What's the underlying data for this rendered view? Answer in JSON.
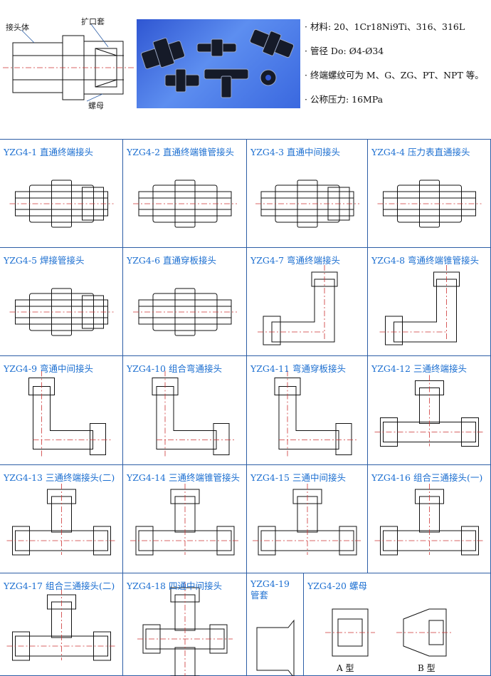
{
  "header": {
    "labels": {
      "body": "接头体",
      "ferrule": "扩口套",
      "nut": "螺母"
    },
    "specs": [
      "· 材料: 20、1Cr18Ni9Ti、316、316L",
      "· 管径 Do: Ø4-Ø34",
      "· 终端螺纹可为 M、G、ZG、PT、NPT 等。",
      "· 公称压力: 16MPa"
    ]
  },
  "items": [
    "YZG4-1 直通终端接头",
    "YZG4-2 直通终端锥管接头",
    "YZG4-3 直通中间接头",
    "YZG4-4 压力表直通接头",
    "YZG4-5 焊接管接头",
    "YZG4-6 直通穿板接头",
    "YZG4-7 弯通终端接头",
    "YZG4-8 弯通终端锥管接头",
    "YZG4-9 弯通中间接头",
    "YZG4-10 组合弯通接头",
    "YZG4-11 弯通穿板接头",
    "YZG4-12 三通终端接头",
    "YZG4-13 三通终端接头(二)",
    "YZG4-14 三通终端锥管接头",
    "YZG4-15 三通中间接头",
    "YZG4-16 组合三通接头(一)",
    "YZG4-17 组合三通接头(二)",
    "YZG4-18 四通中间接头",
    "YZG4-19 管套",
    "YZG4-20 螺母"
  ],
  "nut_types": {
    "a": "A 型",
    "b": "B 型"
  },
  "colors": {
    "title": "#1c6fd1",
    "grid": "#2d5ea6",
    "line": "#111111",
    "center": "#cc3333"
  }
}
